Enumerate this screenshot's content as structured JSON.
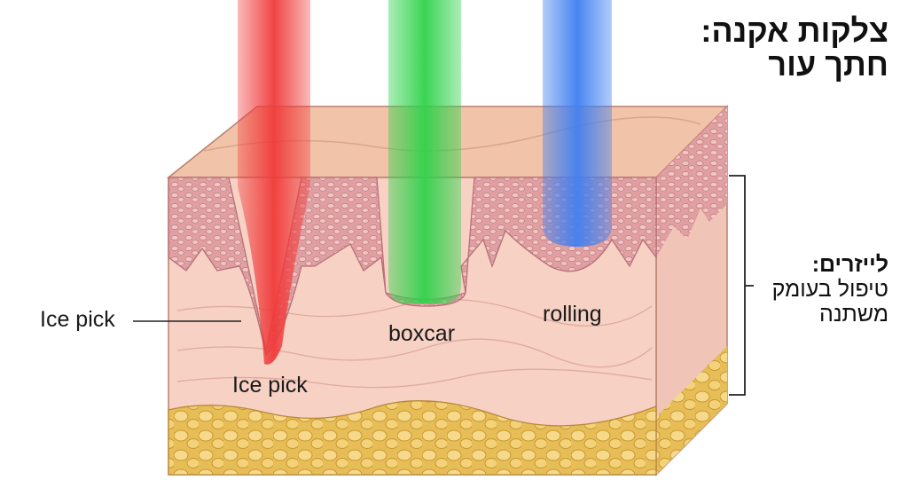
{
  "title": {
    "line1": "צלקות אקנה:",
    "line2": "חתך עור"
  },
  "side_note": {
    "heading": "לייזרים:",
    "line1": "טיפול בעומק",
    "line2": "משתנה"
  },
  "labels": {
    "ice_pick_callout": "Ice pick",
    "ice_pick_bottom": "Ice pick",
    "boxcar": "boxcar",
    "rolling": "rolling"
  },
  "colors": {
    "red_laser": "#f03a3a",
    "green_laser": "#2fd24a",
    "blue_laser": "#3f7ff0",
    "epidermis": "#e4a3a3",
    "dermis": "#f6d1c4",
    "fat": "#ebc35e"
  }
}
